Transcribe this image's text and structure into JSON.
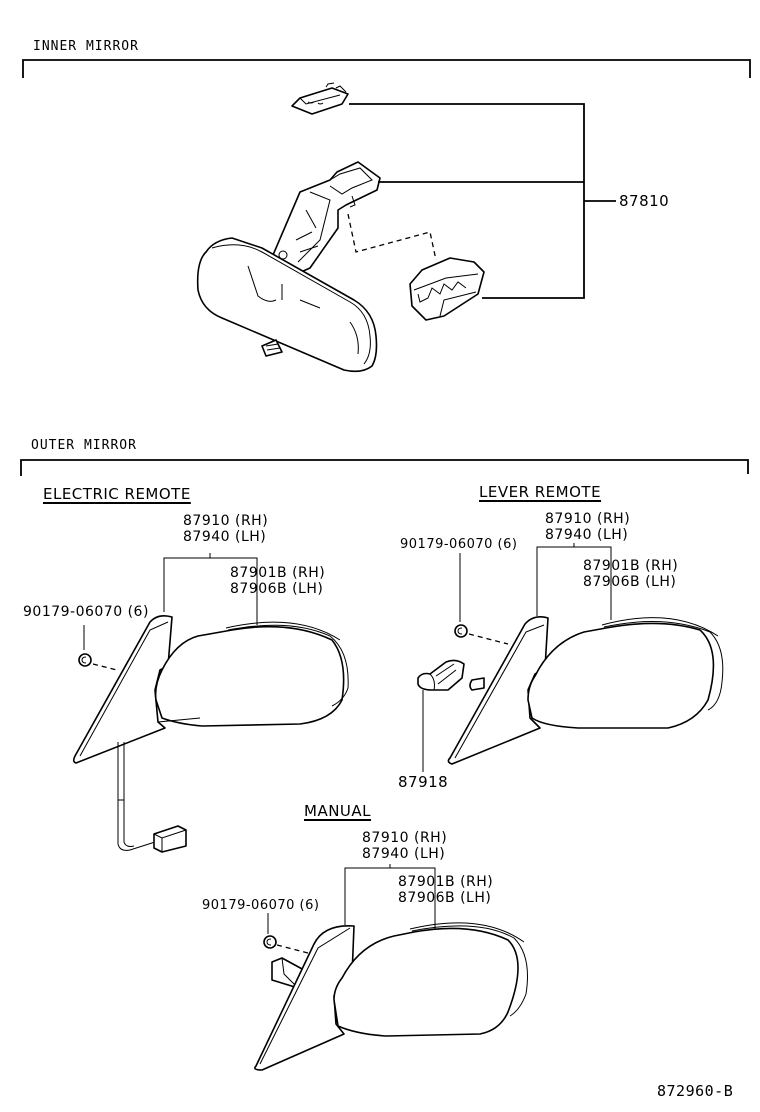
{
  "sections": {
    "inner": {
      "title": "INNER MIRROR",
      "part_number": "87810"
    },
    "outer": {
      "title": "OUTER MIRROR",
      "electric_remote": {
        "title": "ELECTRIC REMOTE",
        "mirror_assy_rh": "87910 (RH)",
        "mirror_assy_lh": "87940 (LH)",
        "outer_cover_rh": "87901B (RH)",
        "outer_cover_lh": "87906B (LH)",
        "nut": "90179-06070 (6)"
      },
      "lever_remote": {
        "title": "LEVER REMOTE",
        "mirror_assy_rh": "87910 (RH)",
        "mirror_assy_lh": "87940 (LH)",
        "outer_cover_rh": "87901B (RH)",
        "outer_cover_lh": "87906B (LH)",
        "nut": "90179-06070 (6)",
        "knob": "87918"
      },
      "manual": {
        "title": "MANUAL",
        "mirror_assy_rh": "87910 (RH)",
        "mirror_assy_lh": "87940 (LH)",
        "outer_cover_rh": "87901B (RH)",
        "outer_cover_lh": "87906B (LH)",
        "nut": "90179-06070 (6)"
      }
    }
  },
  "figure_id": "872960-B"
}
